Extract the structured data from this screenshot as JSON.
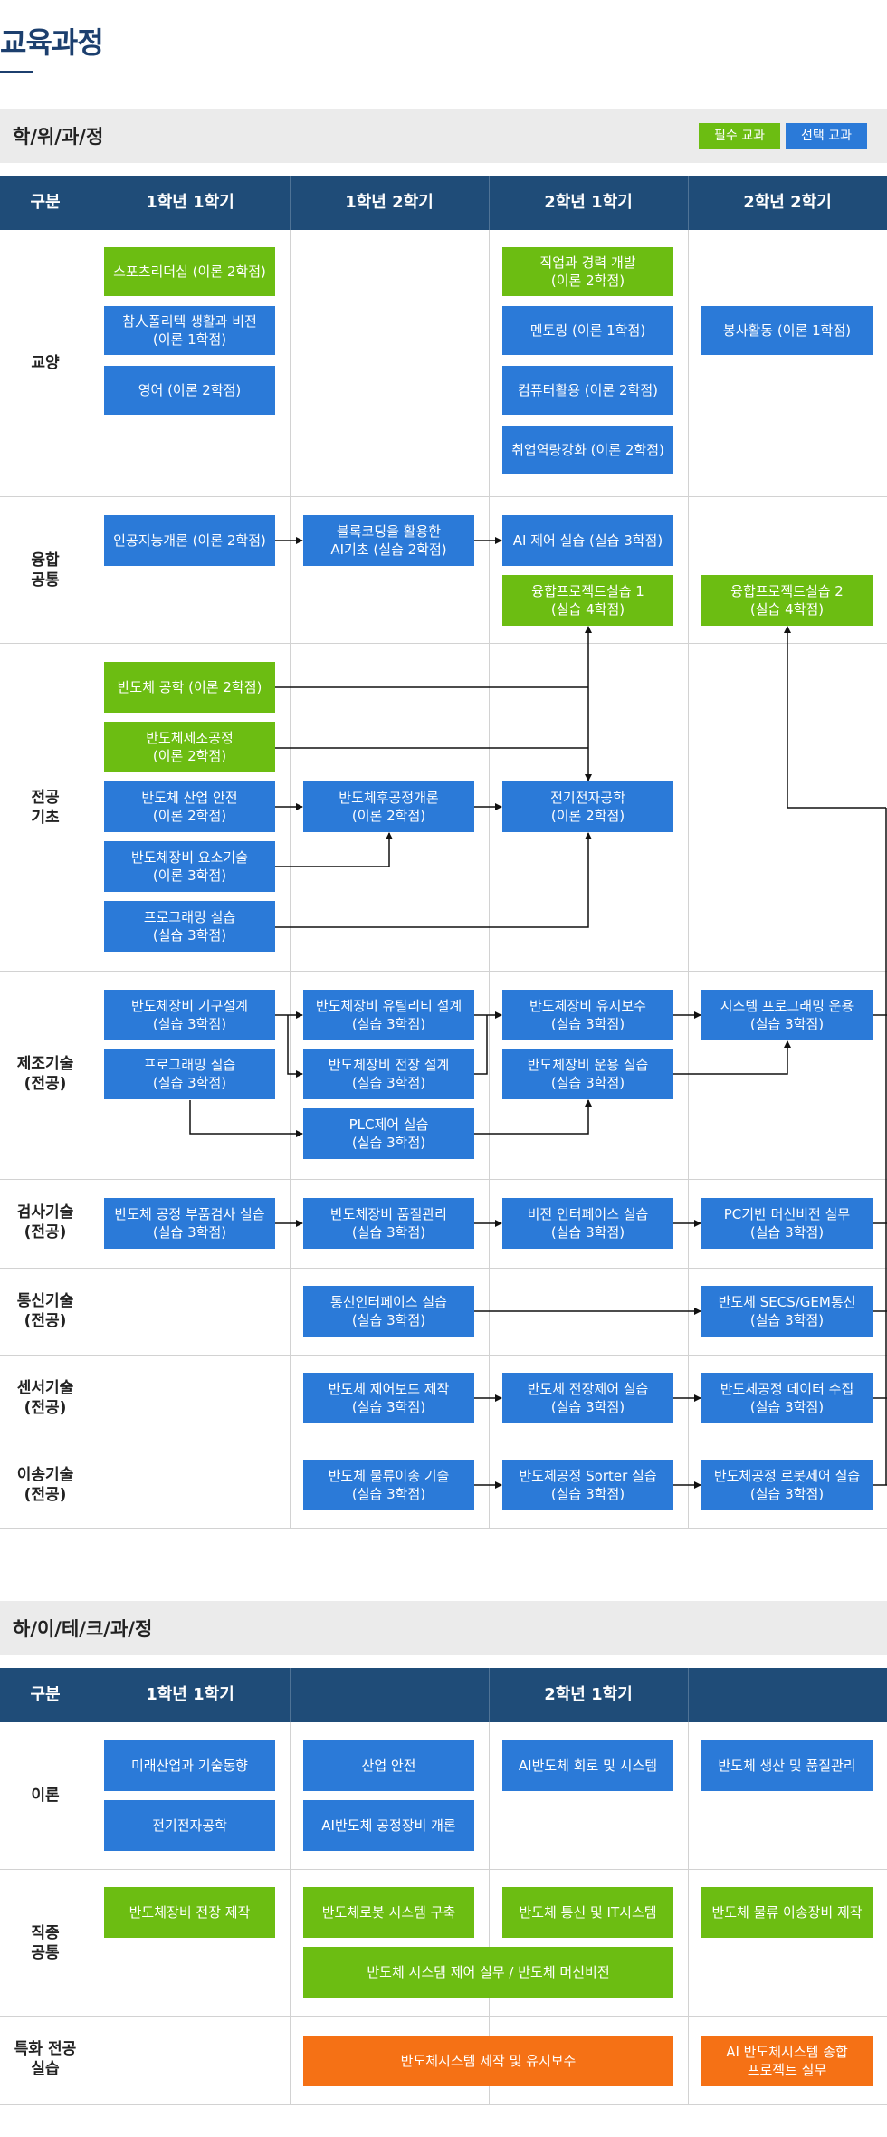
{
  "page_title": "교육과정",
  "colors": {
    "blue": "#2b7ad8",
    "green": "#6cbd12",
    "orange": "#f57115",
    "header": "#1f4c78"
  },
  "section1": {
    "title": "학/위/과/정",
    "legend": {
      "required": "필수 교과",
      "elective": "선택 교과"
    },
    "headers": [
      "구분",
      "1학년 1학기",
      "1학년 2학기",
      "2학년 1학기",
      "2학년 2학기"
    ],
    "categories": {
      "liberal": "교양",
      "convergence": "융합\n공통",
      "major_basic": "전공\n기초",
      "manufacturing": "제조기술\n(전공)",
      "inspection": "검사기술\n(전공)",
      "communication": "통신기술\n(전공)",
      "sensor": "센서기술\n(전공)",
      "transfer": "이송기술\n(전공)"
    },
    "courses": {
      "c_sports": "스포츠리더십 (이론 2학점)",
      "c_alumni": "참人폴리텍 생활과 비전\n(이론 1학점)",
      "c_english": "영어 (이론 2학점)",
      "c_career": "직업과 경력 개발\n(이론 2학점)",
      "c_mentoring": "멘토링 (이론 1학점)",
      "c_computer": "컴퓨터활용 (이론 2학점)",
      "c_employ": "취업역량강화 (이론 2학점)",
      "c_volunteer": "봉사활동 (이론 1학점)",
      "c_ai_intro": "인공지능개론 (이론 2학점)",
      "c_block": "블록코딩을 활용한\nAI기초 (실습 2학점)",
      "c_ai_control": "AI 제어 실습 (실습 3학점)",
      "c_conv1": "융합프로젝트실습 1\n(실습 4학점)",
      "c_conv2": "융합프로젝트실습 2\n(실습 4학점)",
      "c_semi_eng": "반도체 공학 (이론 2학점)",
      "c_semi_fab": "반도체제조공정\n(이론 2학점)",
      "c_semi_safety": "반도체 산업 안전\n(이론 2학점)",
      "c_semi_equip": "반도체장비 요소기술\n(이론 3학점)",
      "c_prog_basic": "프로그래밍 실습\n(실습 3학점)",
      "c_back_end": "반도체후공정개론\n(이론 2학점)",
      "c_elec": "전기전자공학\n(이론 2학점)",
      "c_mech": "반도체장비 기구설계\n(실습 3학점)",
      "c_prog_mfg": "프로그래밍 실습\n(실습 3학점)",
      "c_utility": "반도체장비 유틸리티 설계\n(실습 3학점)",
      "c_elec_design": "반도체장비 전장 설계\n(실습 3학점)",
      "c_plc": "PLC제어 실습\n(실습 3학점)",
      "c_maint": "반도체장비 유지보수\n(실습 3학점)",
      "c_operation": "반도체장비 운용 실습\n(실습 3학점)",
      "c_sysprog": "시스템 프로그래밍 운용\n(실습 3학점)",
      "c_parts_insp": "반도체 공정 부품검사 실습\n(실습 3학점)",
      "c_quality": "반도체장비 품질관리\n(실습 3학점)",
      "c_vision_if": "비전 인터페이스 실습\n(실습 3학점)",
      "c_pc_vision": "PC기반 머신비전 실무\n(실습 3학점)",
      "c_comm_if": "통신인터페이스 실습\n(실습 3학점)",
      "c_secs": "반도체 SECS/GEM통신\n(실습 3학점)",
      "c_ctrl_board": "반도체 제어보드 제작\n(실습 3학점)",
      "c_elec_ctrl": "반도체 전장제어 실습\n(실습 3학점)",
      "c_data": "반도체공정 데이터 수집\n(실습 3학점)",
      "c_logistics": "반도체 물류이송 기술\n(실습 3학점)",
      "c_sorter": "반도체공정 Sorter 실습\n(실습 3학점)",
      "c_robot": "반도체공정 로봇제어 실습\n(실습 3학점)"
    }
  },
  "section2": {
    "title": "하/이/테/크/과/정",
    "headers": [
      "구분",
      "1학년 1학기",
      "2학년 1학기"
    ],
    "categories": {
      "theory": "이론",
      "common": "직종\n공통",
      "special": "특화 전공\n실습"
    },
    "courses": {
      "h_future": "미래산업과 기술동향",
      "h_elec": "전기전자공학",
      "h_safety": "산업 안전",
      "h_ai_equip": "AI반도체 공정장비 개론",
      "h_ai_circuit": "AI반도체 회로 및 시스템",
      "h_production": "반도체 생산 및 품질관리",
      "h_elec_make": "반도체장비 전장 제작",
      "h_robot_sys": "반도체로봇 시스템 구축",
      "h_comm_it": "반도체 통신 및 IT시스템",
      "h_logistics_eq": "반도체 물류 이송장비 제작",
      "h_sys_ctrl": "반도체 시스템 제어 실무 / 반도체 머신비전",
      "h_sys_make": "반도체시스템 제작 및 유지보수",
      "h_ai_project": "AI 반도체시스템 종합\n프로젝트 실무"
    }
  }
}
